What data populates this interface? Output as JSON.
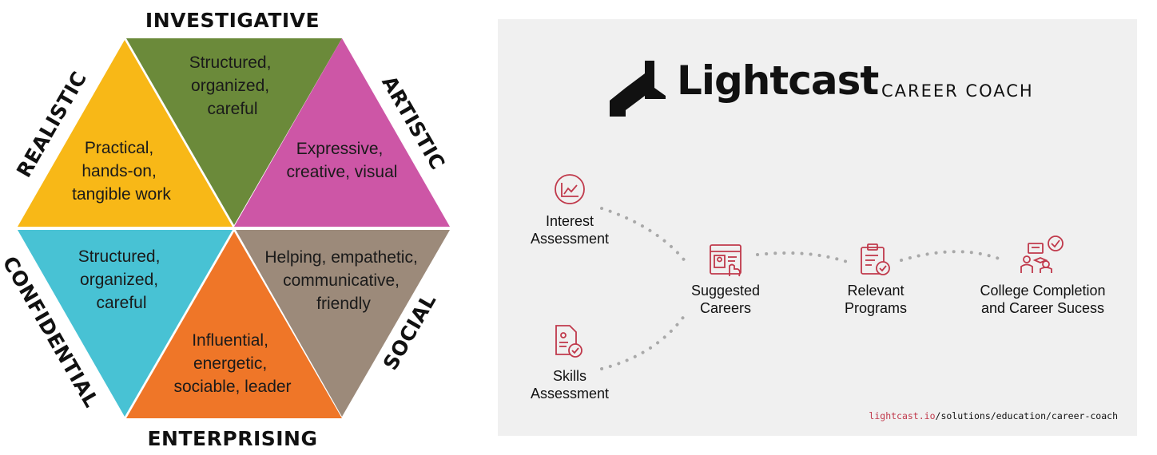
{
  "hexagon": {
    "sections": [
      {
        "id": "investigative",
        "title": "INVESTIGATIVE",
        "lines": [
          "Structured,",
          "organized,",
          "careful"
        ],
        "color": "#6b8a3a"
      },
      {
        "id": "artistic",
        "title": "ARTISTIC",
        "lines": [
          "Expressive,",
          "creative, visual"
        ],
        "color": "#cd56a6"
      },
      {
        "id": "social",
        "title": "SOCIAL",
        "lines": [
          "Helping, empathetic,",
          "communicative,",
          "friendly"
        ],
        "color": "#9c8a7a"
      },
      {
        "id": "enterprising",
        "title": "ENTERPRISING",
        "lines": [
          "Influential,",
          "energetic,",
          "sociable, leader"
        ],
        "color": "#ef7628"
      },
      {
        "id": "confidential",
        "title": "CONFIDENTIAL",
        "lines": [
          "Structured,",
          "organized,",
          "careful"
        ],
        "color": "#48c2d4"
      },
      {
        "id": "realistic",
        "title": "REALISTIC",
        "lines": [
          "Practical,",
          "hands-on,",
          "tangible work"
        ],
        "color": "#f8b817"
      }
    ]
  },
  "career_coach": {
    "brand": "Lightcast",
    "product": "CAREER COACH",
    "accent": "#c0394b",
    "steps": [
      {
        "id": "interest",
        "label": "Interest\nAssessment",
        "icon": "line-chart-icon"
      },
      {
        "id": "skills",
        "label": "Skills\nAssessment",
        "icon": "document-check-icon"
      },
      {
        "id": "careers",
        "label": "Suggested\nCareers",
        "icon": "browser-profile-icon"
      },
      {
        "id": "programs",
        "label": "Relevant\nPrograms",
        "icon": "clipboard-check-icon"
      },
      {
        "id": "success",
        "label": "College Completion\nand Career Sucess",
        "icon": "people-graduation-icon"
      }
    ],
    "url_accent": "lightcast.io",
    "url_path": "/solutions/education/career-coach"
  }
}
